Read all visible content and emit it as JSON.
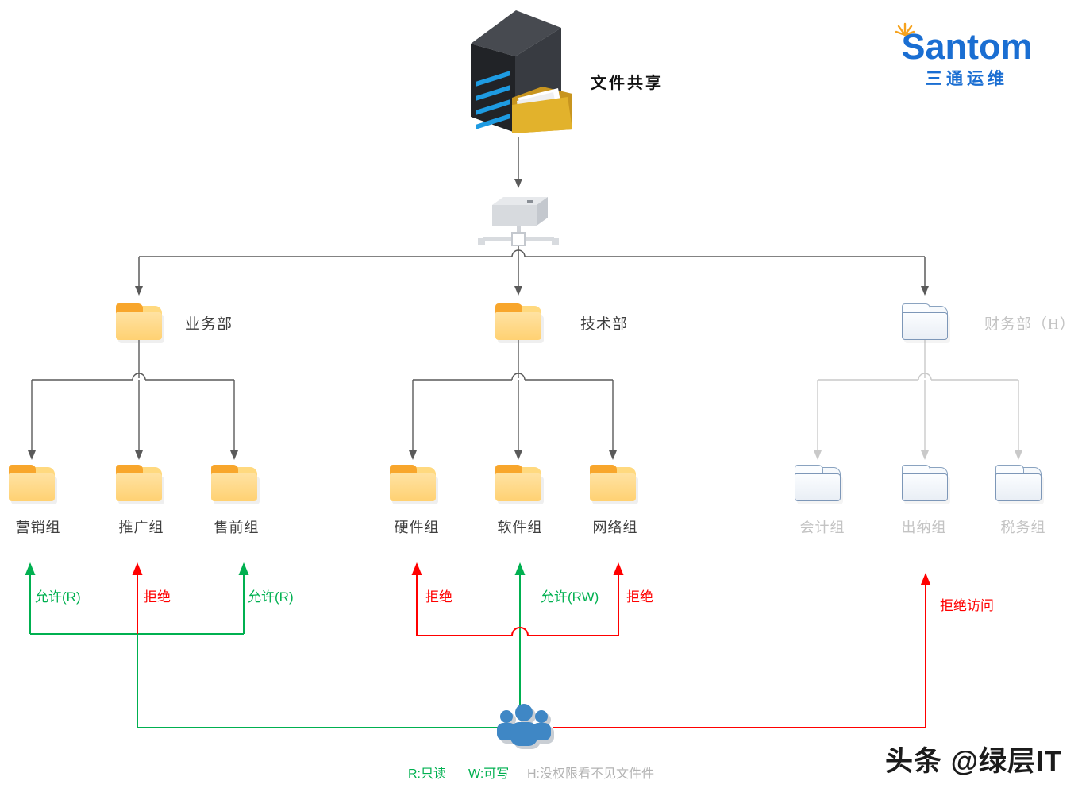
{
  "title": {
    "text": "文件共享"
  },
  "logo": {
    "name": "Santom",
    "subtitle": "三通运维"
  },
  "tree": {
    "departments": [
      {
        "label": "业务部",
        "state": "active",
        "children": [
          {
            "label": "营销组",
            "permission": "允许(R)",
            "perm_color": "#00b050"
          },
          {
            "label": "推广组",
            "permission": "拒绝",
            "perm_color": "#ff0000"
          },
          {
            "label": "售前组",
            "permission": "允许(R)",
            "perm_color": "#00b050"
          }
        ]
      },
      {
        "label": "技术部",
        "state": "active",
        "children": [
          {
            "label": "硬件组",
            "permission": "拒绝",
            "perm_color": "#ff0000"
          },
          {
            "label": "软件组",
            "permission": "允许(RW)",
            "perm_color": "#00b050"
          },
          {
            "label": "网络组",
            "permission": "拒绝",
            "perm_color": "#ff0000"
          }
        ]
      },
      {
        "label": "财务部（H）",
        "state": "disabled",
        "permission": "拒绝访问",
        "perm_color": "#ff0000",
        "children": [
          {
            "label": "会计组"
          },
          {
            "label": "出纳组"
          },
          {
            "label": "税务组"
          }
        ]
      }
    ]
  },
  "legend": {
    "read": "R:只读",
    "write": "W:可写",
    "hidden": "H:没权限看不见文件件"
  },
  "watermark": {
    "text": "头条 @绿层IT"
  },
  "icons": {
    "server": "server-tower-icon",
    "shared_folder": "shared-folder-icon",
    "switch": "network-switch-icon",
    "users": "user-group-icon",
    "sun": "sunburst-icon"
  },
  "colors": {
    "allow_green": "#00b050",
    "deny_red": "#ff0000",
    "logo_blue": "#1a6ed2",
    "logo_orange": "#f6a21d",
    "folder_yellow": "#ffd77d",
    "folder_tab_orange": "#f8a62c",
    "connector_dark": "#5a5a5a",
    "connector_light": "#c9c9c9"
  }
}
